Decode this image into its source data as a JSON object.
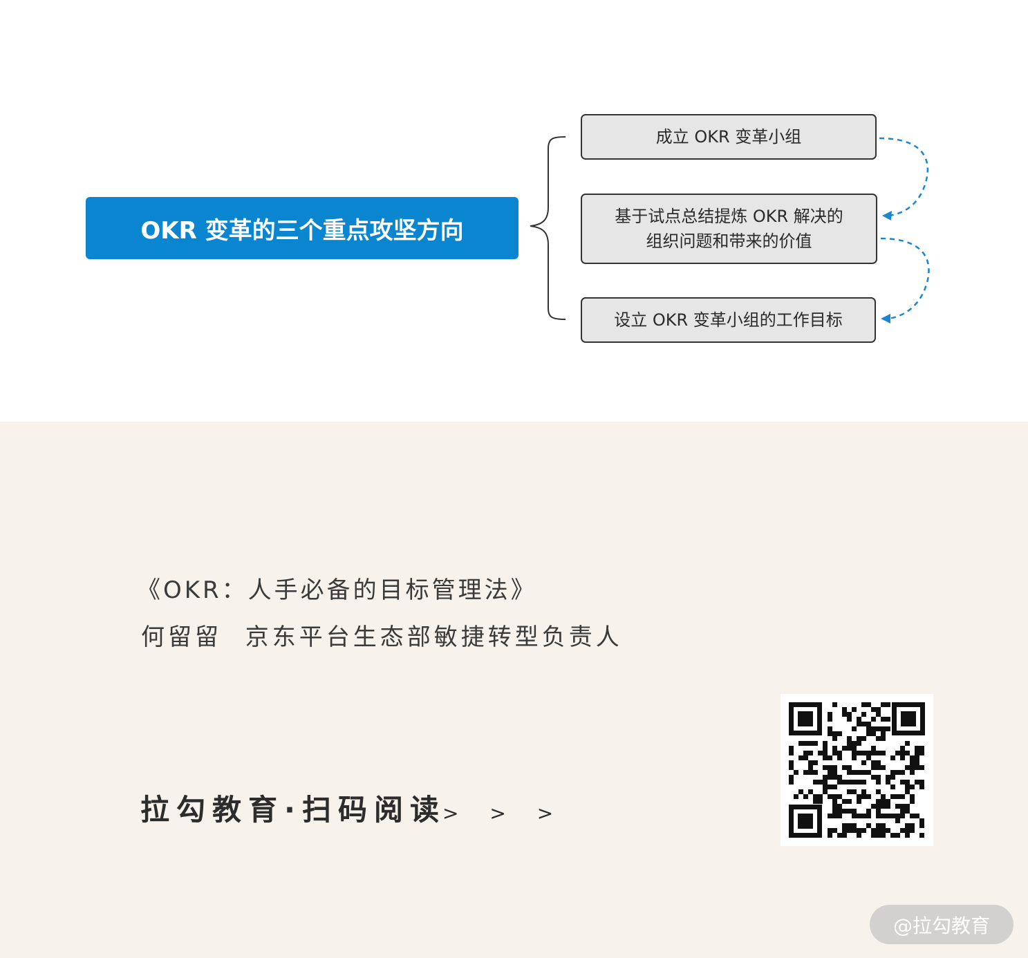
{
  "diagram": {
    "root_label": "OKR 变革的三个重点攻坚方向",
    "nodes": [
      {
        "label": "成立 OKR 变革小组"
      },
      {
        "label_line1": "基于试点总结提炼 OKR 解决的",
        "label_line2": "组织问题和带来的价值"
      },
      {
        "label": "设立 OKR 变革小组的工作目标"
      }
    ],
    "colors": {
      "root": "#0a86d0",
      "node_fill": "#e6e6e6",
      "dashed_arrow": "#1a86d0"
    }
  },
  "footer": {
    "book_title": "《OKR：人手必备的目标管理法》",
    "author": "何留留 京东平台生态部敏捷转型负责人",
    "cta": "拉勾教育·扫码阅读",
    "arrows": "> > >",
    "watermark": "@拉勾教育",
    "background": "#f7f3ec"
  }
}
